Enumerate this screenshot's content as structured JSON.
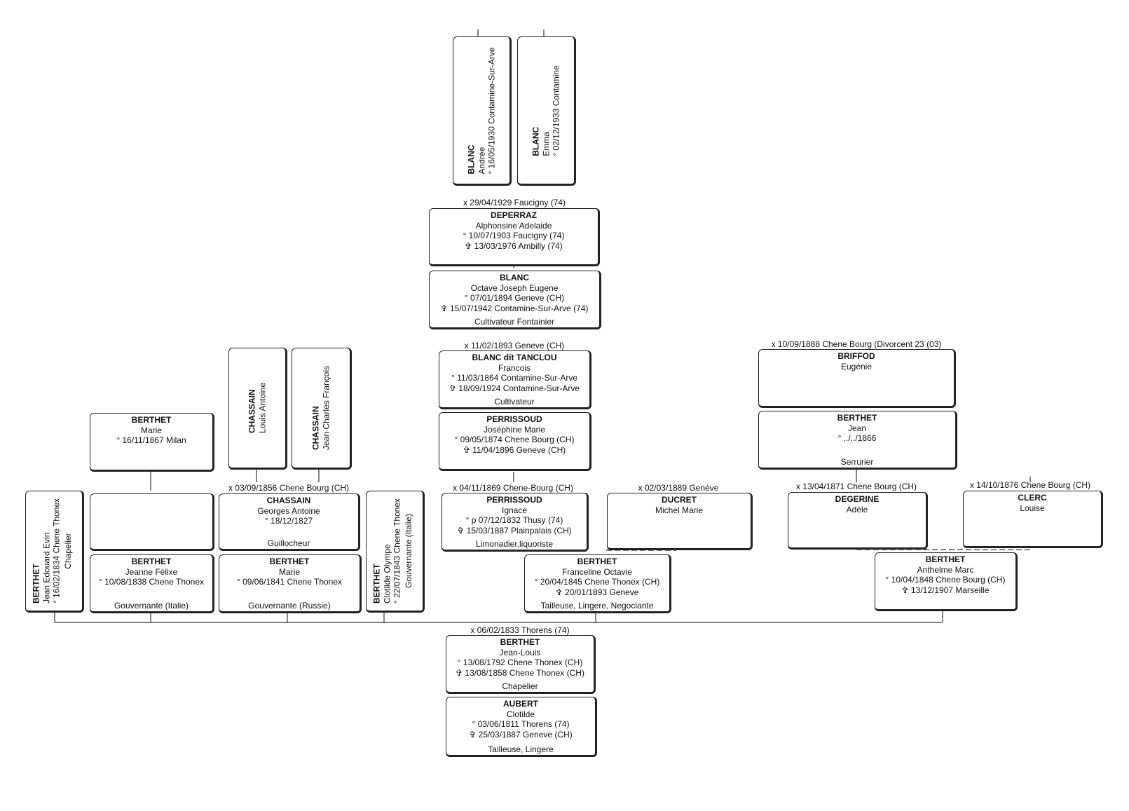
{
  "persons": {
    "andree": {
      "surname": "BLANC",
      "given": "Andrée",
      "birth": "° 16/05/1930 Contamine-Sur-Arve"
    },
    "emma": {
      "surname": "BLANC",
      "given": "Emma",
      "birth": "° 02/12/1933 Contamine"
    },
    "deperraz": {
      "surname": "DEPERRAZ",
      "given": "Alphonsine Adelaide",
      "birth": "° 10/07/1903 Faucigny (74)",
      "death": "✞ 13/03/1976 Ambilly (74)"
    },
    "octave": {
      "surname": "BLANC",
      "given": "Octave Joseph Eugene",
      "birth": "° 07/01/1894 Geneve (CH)",
      "death": "✞ 15/07/1942 Contamine-Sur-Arve (74)",
      "occupation": "Cultivateur Fontainier"
    },
    "francois": {
      "surname": "BLANC dit TANCLOU",
      "given": "Francois",
      "birth": "° 11/03/1864 Contamine-Sur-Arve",
      "death": "✞ 18/09/1924 Contamine-Sur-Arve",
      "occupation": "Cultivateur"
    },
    "josephine": {
      "surname": "PERRISSOUD",
      "given": "Joséphine Marie",
      "birth": "° 09/05/1874 Chene Bourg (CH)",
      "death": "✞ 11/04/1896 Geneve (CH)"
    },
    "ignace": {
      "surname": "PERRISSOUD",
      "given": "Ignace",
      "birth": "° p 07/12/1832 Thusy (74)",
      "death": "✞ 15/03/1887 Plainpalais (CH)",
      "occupation": "Limonadier,liquoriste"
    },
    "ducret": {
      "surname": "DUCRET",
      "given": "Michel Marie"
    },
    "franceline": {
      "surname": "BERTHET",
      "given": "Franceline Octavie",
      "birth": "° 20/04/1845 Chene Thonex (CH)",
      "death": "✞ 20/01/1893 Geneve",
      "occupation": "Tailleuse, Lingere, Negociante"
    },
    "jeanlouis": {
      "surname": "BERTHET",
      "given": "Jean-Louis",
      "birth": "° 13/08/1792 Chene Thonex (CH)",
      "death": "✞ 13/08/1858 Chene Thonex (CH)",
      "occupation": "Chapelier"
    },
    "aubert": {
      "surname": "AUBERT",
      "given": "Clotilde",
      "birth": "° 03/06/1811 Thorens (74)",
      "death": "✞ 25/03/1887 Geneve (CH)",
      "occupation": "Tailleuse, Lingere"
    },
    "briffod": {
      "surname": "BRIFFOD",
      "given": "Eugénie"
    },
    "jean": {
      "surname": "BERTHET",
      "given": "Jean",
      "birth": "° ../../1866",
      "occupation": "Serrurier"
    },
    "degerine": {
      "surname": "DEGERINE",
      "given": "Adèle"
    },
    "clerc": {
      "surname": "CLERC",
      "given": "Louise"
    },
    "anthelme": {
      "surname": "BERTHET",
      "given": "Anthelme Marc",
      "birth": "° 10/04/1848 Chene Bourg (CH)",
      "death": "✞ 13/12/1907 Marseille"
    },
    "marie_milan": {
      "surname": "BERTHET",
      "given": "Marie",
      "birth": "° 16/11/1867 Milan"
    },
    "louis_antoine": {
      "surname": "CHASSAIN",
      "given": "Louis Antoine"
    },
    "jean_charles": {
      "surname": "CHASSAIN",
      "given": "Jean Charles François"
    },
    "georges": {
      "surname": "CHASSAIN",
      "given": "Georges Antoine",
      "birth": "° 18/12/1827",
      "occupation": "Guillocheur"
    },
    "jean_edouard": {
      "surname": "BERTHET",
      "given": "Jean Edouard Evin",
      "birth": "° 16/02/1834 Chene Thonex",
      "occupation": "Chapelier"
    },
    "jeanne": {
      "surname": "BERTHET",
      "given": "Jeanne Félixe",
      "birth": "° 10/08/1838 Chene Thonex",
      "occupation": "Gouvernante (Italie)"
    },
    "marie_1841": {
      "surname": "BERTHET",
      "given": "Marie",
      "birth": "° 09/06/1841 Chene Thonex",
      "occupation": "Gouvernante (Russie)"
    },
    "clotilde": {
      "surname": "BERTHET",
      "given": "Clotilde Olympe",
      "birth": "° 22/07/1843 Chene Thonex",
      "occupation": "Gouvernante (Italie)"
    }
  },
  "marriages": {
    "m1929": "x 29/04/1929 Faucigny (74)",
    "m1893": "x 11/02/1893 Geneve (CH)",
    "m1869": "x 04/11/1869 Chene-Bourg (CH)",
    "m1889": "x 02/03/1889 Genève",
    "m1833": "x 06/02/1833 Thorens (74)",
    "m1888": "x 10/09/1888 Chene Bourg (Divorcent 23 (03)",
    "m1871": "x 13/04/1871 Chene Bourg (CH)",
    "m1876": "x 14/10/1876 Chene Bourg (CH)",
    "m1856": "x 03/09/1856 Chene Bourg (CH)"
  }
}
